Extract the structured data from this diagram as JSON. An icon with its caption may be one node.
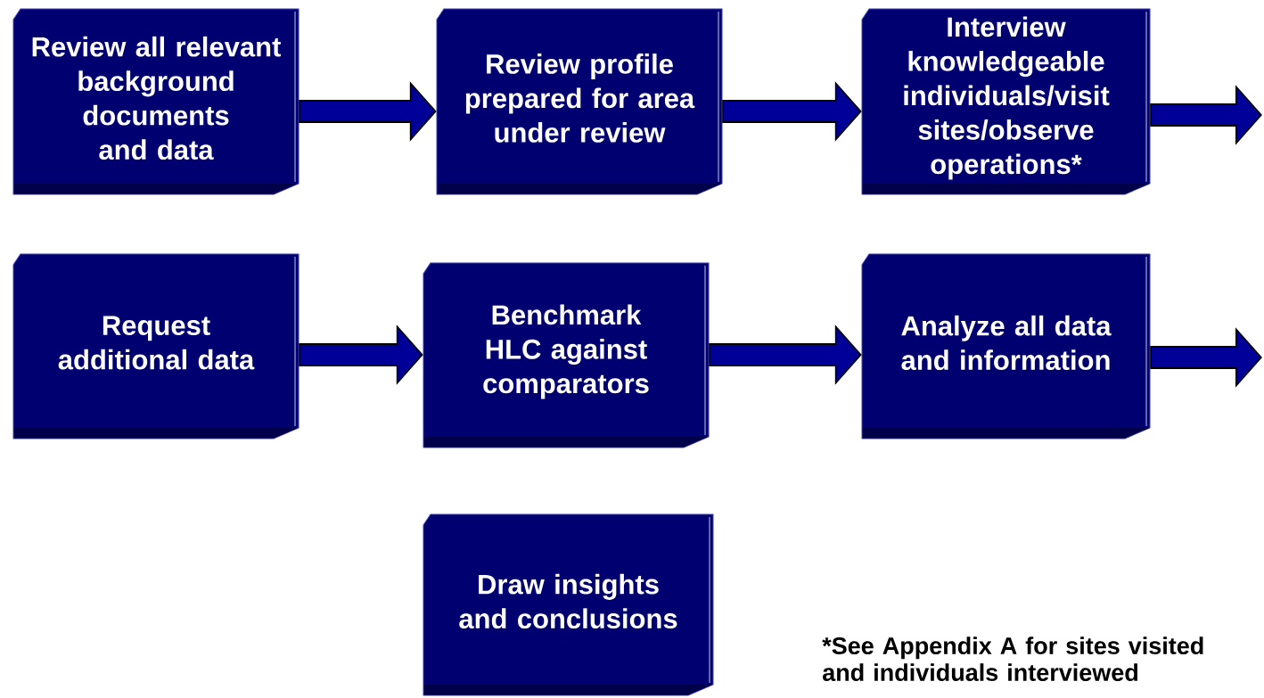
{
  "diagram": {
    "nodes": [
      {
        "text": [
          "Review all relevant background documents and data"
        ]
      },
      {
        "text": [
          "Review profile prepared for area under review"
        ]
      },
      {
        "text": [
          "Interview knowledgeable individuals/visit sites/observe operations*"
        ]
      },
      {
        "text": [
          "Request additional data"
        ]
      },
      {
        "text": [
          "Benchmark HLC against comparators"
        ]
      },
      {
        "text": [
          "Analyze all data and information"
        ]
      },
      {
        "text": [
          "Draw insights and conclusions"
        ]
      }
    ],
    "edges": [
      {
        "from": 0,
        "to": 1,
        "arrow": "to"
      },
      {
        "from": 1,
        "to": 2,
        "arrow": "to"
      },
      {
        "from": 2,
        "to": null,
        "arrow": "to"
      },
      {
        "from": 3,
        "to": 4,
        "arrow": "to"
      },
      {
        "from": 4,
        "to": 5,
        "arrow": "to"
      },
      {
        "from": 5,
        "to": null,
        "arrow": "to"
      }
    ],
    "labels": [
      "*See Appendix A for sites visited and individuals interviewed"
    ]
  }
}
